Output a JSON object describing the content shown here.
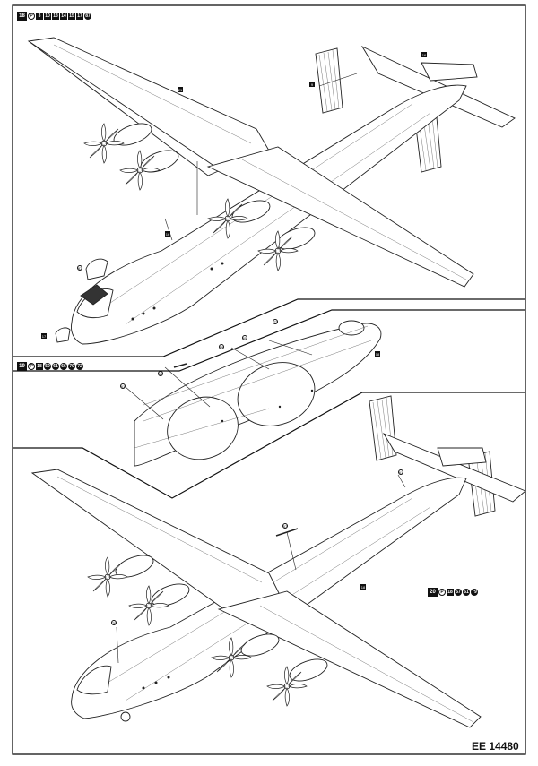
{
  "sheet": {
    "code": "EE 14480"
  },
  "panels": [
    {
      "id": "top",
      "step": "18",
      "parts": [
        "3",
        "10",
        "13",
        "14",
        "15",
        "17",
        "87"
      ],
      "callouts": [
        "9",
        "21",
        "16",
        "16",
        "87",
        "17"
      ]
    },
    {
      "id": "middle",
      "step": "19",
      "parts": [
        "18",
        "59",
        "61",
        "66",
        "70",
        "72"
      ],
      "callouts": [
        "61",
        "66",
        "59",
        "65",
        "72",
        "18"
      ]
    },
    {
      "id": "bottom",
      "step": "20",
      "parts": [
        "18",
        "57",
        "61",
        "79"
      ],
      "callouts": [
        "61",
        "57",
        "18",
        "79"
      ]
    }
  ]
}
